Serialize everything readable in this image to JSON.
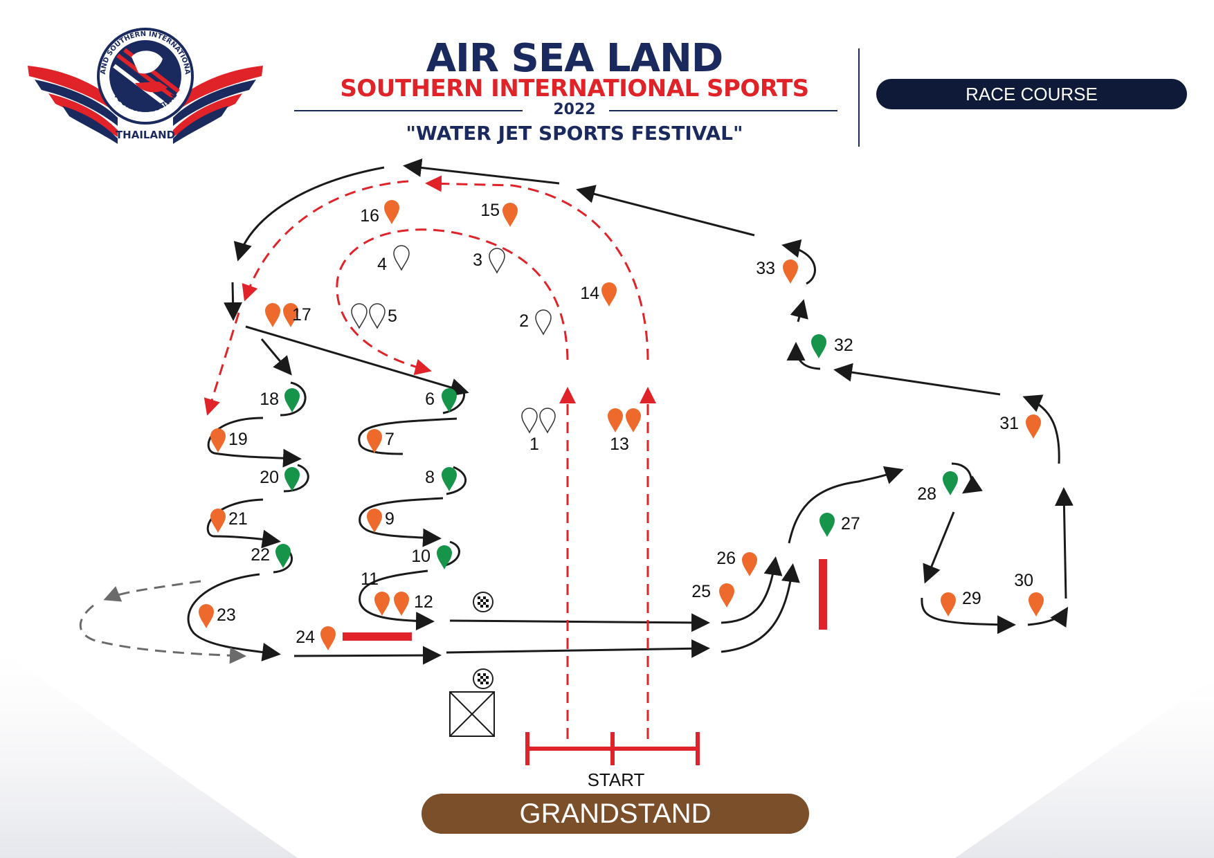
{
  "header": {
    "title": "AIR SEA LAND",
    "subtitle": "SOUTHERN INTERNATIONAL SPORTS",
    "year": "2022",
    "tagline": "\"WATER JET SPORTS FESTIVAL\"",
    "section_label": "RACE COURSE"
  },
  "logo": {
    "ring_text": "AIR SEA LAND SOUTHERN INTERNATIONAL SPORTS",
    "ring_text_bottom": "TOURISM FESTIVAL",
    "country": "THAILAND"
  },
  "course": {
    "start_label": "START",
    "grandstand_label": "GRANDSTAND",
    "buoys": [
      {
        "label": "1",
        "color": "white",
        "count": 2
      },
      {
        "label": "2",
        "color": "white",
        "count": 1
      },
      {
        "label": "3",
        "color": "white",
        "count": 1
      },
      {
        "label": "4",
        "color": "white",
        "count": 1
      },
      {
        "label": "5",
        "color": "white",
        "count": 2
      },
      {
        "label": "6",
        "color": "green",
        "count": 1
      },
      {
        "label": "7",
        "color": "orange",
        "count": 1
      },
      {
        "label": "8",
        "color": "green",
        "count": 1
      },
      {
        "label": "9",
        "color": "orange",
        "count": 1
      },
      {
        "label": "10",
        "color": "green",
        "count": 1
      },
      {
        "label": "11",
        "color": "orange",
        "count": 1
      },
      {
        "label": "12",
        "color": "orange",
        "count": 1
      },
      {
        "label": "13",
        "color": "orange",
        "count": 2
      },
      {
        "label": "14",
        "color": "orange",
        "count": 1
      },
      {
        "label": "15",
        "color": "orange",
        "count": 1
      },
      {
        "label": "16",
        "color": "orange",
        "count": 1
      },
      {
        "label": "17",
        "color": "orange",
        "count": 2
      },
      {
        "label": "18",
        "color": "green",
        "count": 1
      },
      {
        "label": "19",
        "color": "orange",
        "count": 1
      },
      {
        "label": "20",
        "color": "green",
        "count": 1
      },
      {
        "label": "21",
        "color": "orange",
        "count": 1
      },
      {
        "label": "22",
        "color": "green",
        "count": 1
      },
      {
        "label": "23",
        "color": "orange",
        "count": 1
      },
      {
        "label": "24",
        "color": "orange",
        "count": 1
      },
      {
        "label": "25",
        "color": "orange",
        "count": 1
      },
      {
        "label": "26",
        "color": "orange",
        "count": 1
      },
      {
        "label": "27",
        "color": "green",
        "count": 1
      },
      {
        "label": "28",
        "color": "green",
        "count": 1
      },
      {
        "label": "29",
        "color": "orange",
        "count": 1
      },
      {
        "label": "30",
        "color": "orange",
        "count": 1
      },
      {
        "label": "31",
        "color": "orange",
        "count": 1
      },
      {
        "label": "32",
        "color": "green",
        "count": 1
      },
      {
        "label": "33",
        "color": "orange",
        "count": 1
      }
    ]
  },
  "colors": {
    "navy": "#1b2a5e",
    "red": "#e02229",
    "buoy_orange": "#ee6a2c",
    "buoy_green": "#16944a",
    "grandstand_brown": "#7a4f2a",
    "path_black": "#1a1a1a",
    "path_gray": "#6b6b6b"
  }
}
